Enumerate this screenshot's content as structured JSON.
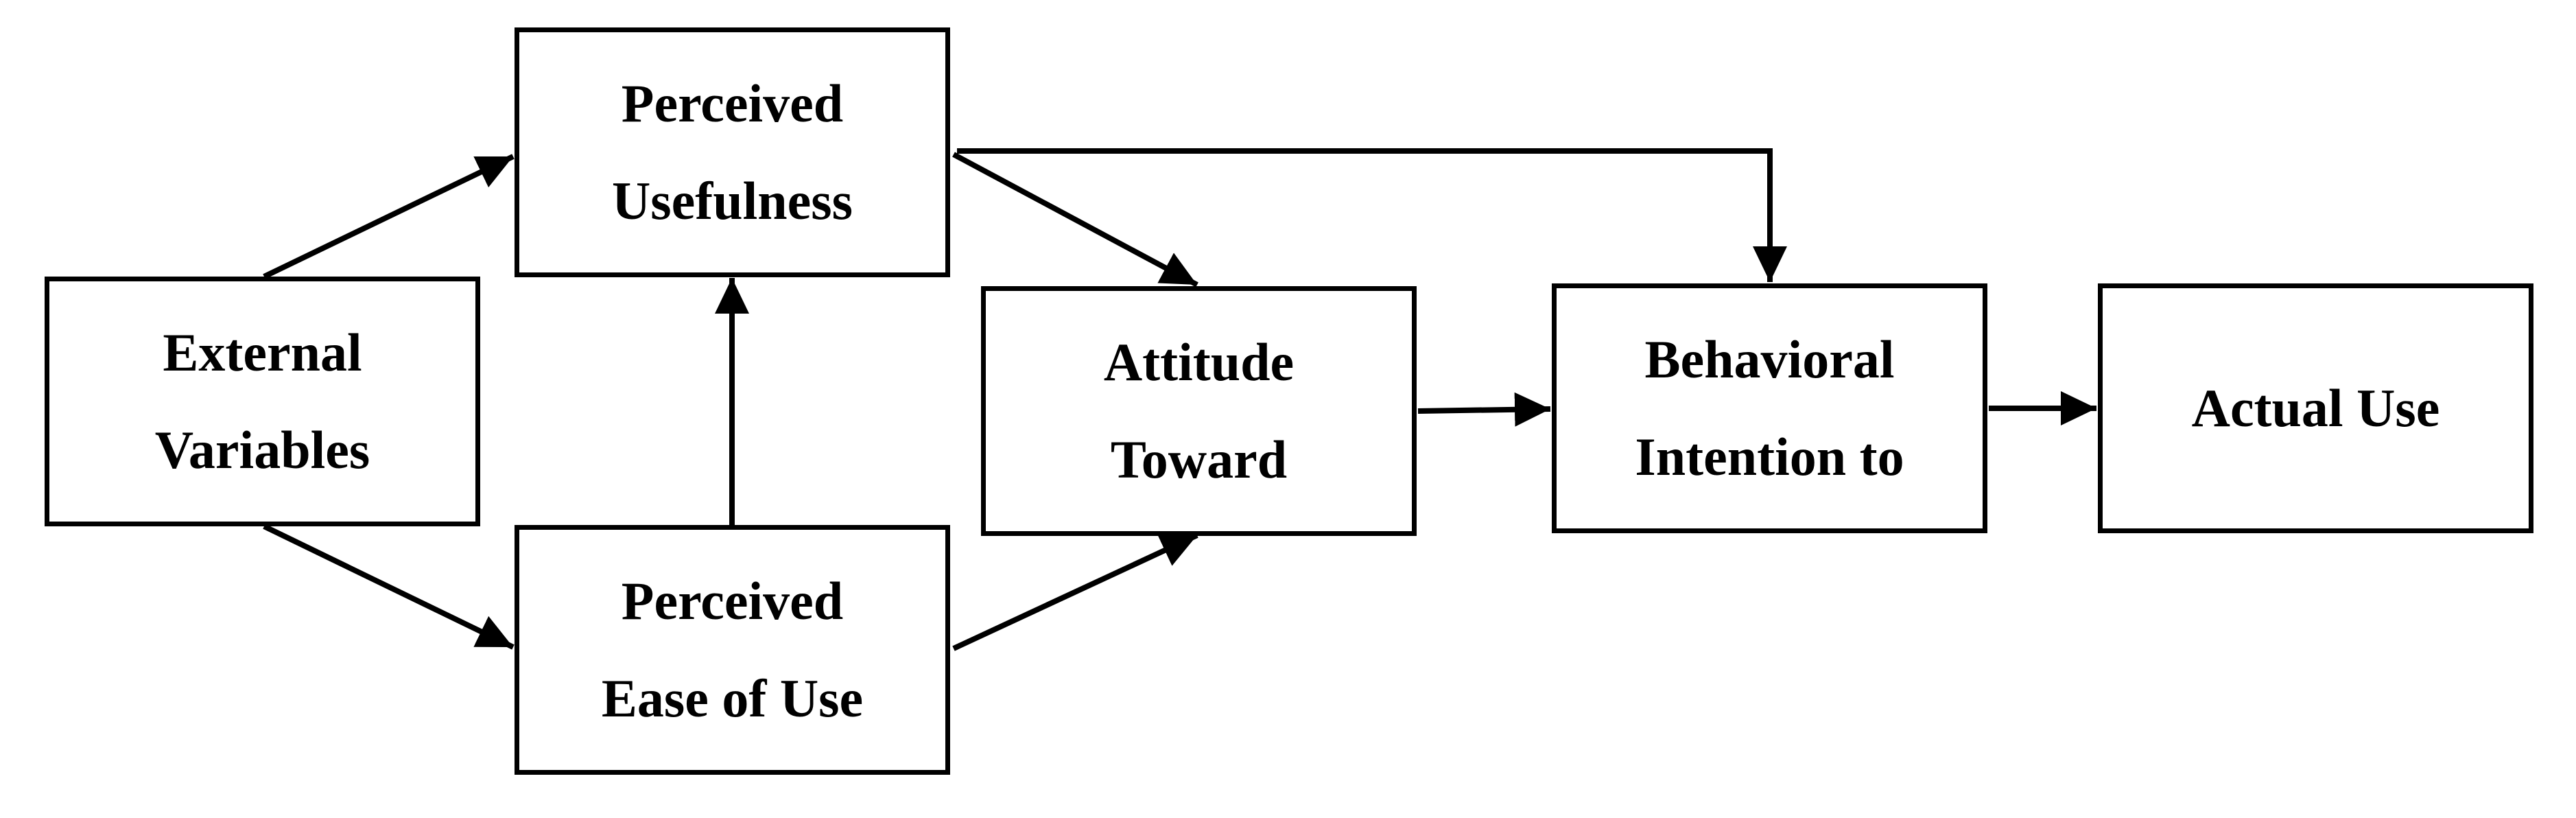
{
  "nodes": {
    "external_variables": {
      "lines": [
        "External",
        "Variables"
      ]
    },
    "perceived_usefulness": {
      "lines": [
        "Perceived",
        "Usefulness"
      ]
    },
    "perceived_ease_of_use": {
      "lines": [
        "Perceived",
        "Ease of Use"
      ]
    },
    "attitude_toward": {
      "lines": [
        "Attitude",
        "Toward"
      ]
    },
    "behavioral_intention": {
      "lines": [
        "Behavioral",
        "Intention to"
      ]
    },
    "actual_use": {
      "lines": [
        "Actual Use"
      ]
    }
  },
  "edges": [
    {
      "from": "external_variables",
      "to": "perceived_usefulness"
    },
    {
      "from": "external_variables",
      "to": "perceived_ease_of_use"
    },
    {
      "from": "perceived_ease_of_use",
      "to": "perceived_usefulness"
    },
    {
      "from": "perceived_usefulness",
      "to": "attitude_toward"
    },
    {
      "from": "perceived_ease_of_use",
      "to": "attitude_toward"
    },
    {
      "from": "perceived_usefulness",
      "to": "behavioral_intention"
    },
    {
      "from": "attitude_toward",
      "to": "behavioral_intention"
    },
    {
      "from": "behavioral_intention",
      "to": "actual_use"
    }
  ],
  "colors": {
    "stroke": "#000000",
    "background": "#ffffff",
    "text": "#000000"
  }
}
